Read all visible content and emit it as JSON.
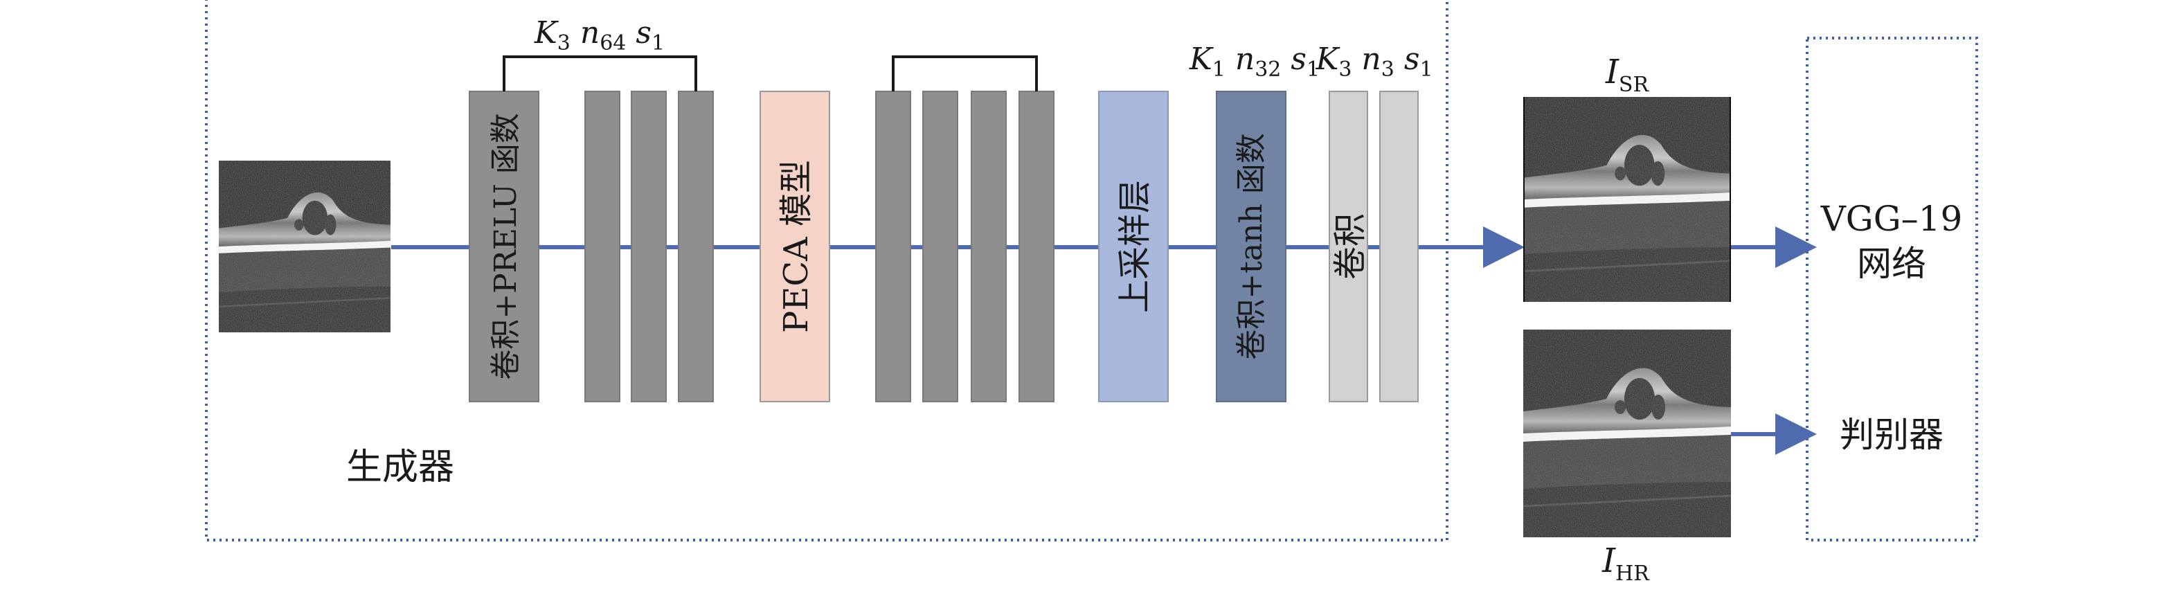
{
  "generator": {
    "title": "生成器",
    "conv_prelu_label": "卷积+PRELU 函数",
    "peca_label": "PECA 模型",
    "upsample_label": "上采样层",
    "conv_tanh_label": "卷积+tanh 函数",
    "conv_label": "卷积",
    "param_block": {
      "k": "K",
      "k_sub": "3",
      "n": "n",
      "n_sub": "64",
      "s": "s",
      "s_sub": "1"
    },
    "param_tanh": {
      "k": "K",
      "k_sub": "1",
      "n": "n",
      "n_sub": "32",
      "s": "s",
      "s_sub": "1"
    },
    "param_final": {
      "k": "K",
      "k_sub": "3",
      "n": "n",
      "n_sub": "3",
      "s": "s",
      "s_sub": "1"
    }
  },
  "outputs": {
    "sr_label": {
      "main": "I",
      "sub": "SR"
    },
    "hr_label": {
      "main": "I",
      "sub": "HR"
    }
  },
  "right_panel": {
    "vgg_line1": "VGG–19",
    "vgg_line2": "网络",
    "discriminator": "判别器"
  },
  "colors": {
    "arrow": "#4f6aad",
    "border": "#3f5fa8",
    "dark_gray_block": "#8f8f8f",
    "peca_block": "#f5d3c6",
    "upsample_block": "#a8b8dc",
    "tanh_block": "#7284a3",
    "light_gray_block": "#d2d2d2",
    "block_stroke": "#7a7a7a"
  }
}
